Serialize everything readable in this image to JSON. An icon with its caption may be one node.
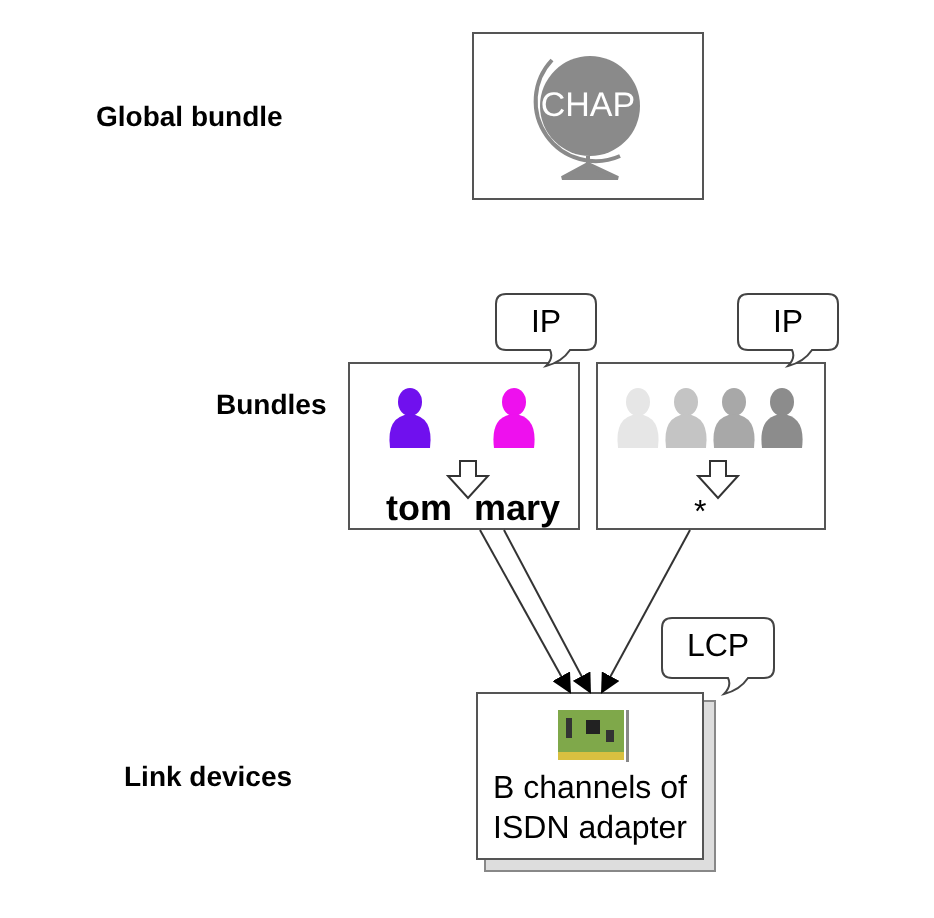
{
  "diagram": {
    "nodes": [
      {
        "text": [
          "CHAP"
        ]
      },
      {
        "text": [
          "tom",
          "mary"
        ]
      },
      {
        "text": [
          "*"
        ]
      },
      {
        "text": [
          "IP"
        ]
      },
      {
        "text": [
          "IP"
        ]
      },
      {
        "text": [
          "LCP"
        ]
      },
      {
        "text": [
          "B channels of ISDN adapter"
        ]
      }
    ],
    "edges": [
      {
        "from": 1,
        "to": 6,
        "arrow": "to"
      },
      {
        "from": 1,
        "to": 6,
        "arrow": "to"
      },
      {
        "from": 2,
        "to": 6,
        "arrow": "to"
      }
    ],
    "labels": [
      "Global bundle",
      "Bundles",
      "Link devices"
    ]
  }
}
